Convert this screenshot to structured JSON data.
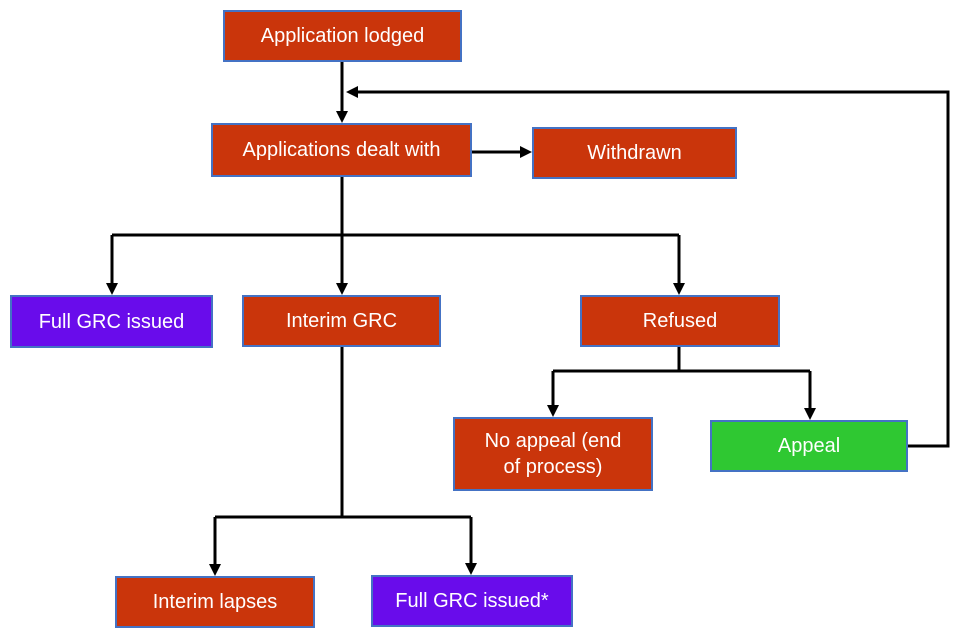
{
  "diagram": {
    "type": "flowchart",
    "nodes": [
      {
        "id": "application-lodged",
        "label": "Application lodged",
        "color": "red"
      },
      {
        "id": "applications-dealt-with",
        "label": "Applications dealt with",
        "color": "red"
      },
      {
        "id": "withdrawn",
        "label": "Withdrawn",
        "color": "red"
      },
      {
        "id": "full-grc-issued",
        "label": "Full GRC issued",
        "color": "purple"
      },
      {
        "id": "interim-grc",
        "label": "Interim GRC",
        "color": "red"
      },
      {
        "id": "refused",
        "label": "Refused",
        "color": "red"
      },
      {
        "id": "no-appeal",
        "label": "No appeal (end of process)",
        "color": "red"
      },
      {
        "id": "appeal",
        "label": "Appeal",
        "color": "green"
      },
      {
        "id": "interim-lapses",
        "label": "Interim lapses",
        "color": "red"
      },
      {
        "id": "full-grc-issued-star",
        "label": "Full GRC issued*",
        "color": "purple"
      }
    ],
    "edges": [
      {
        "from": "application-lodged",
        "to": "applications-dealt-with"
      },
      {
        "from": "applications-dealt-with",
        "to": "withdrawn"
      },
      {
        "from": "applications-dealt-with",
        "to": "full-grc-issued"
      },
      {
        "from": "applications-dealt-with",
        "to": "interim-grc"
      },
      {
        "from": "applications-dealt-with",
        "to": "refused"
      },
      {
        "from": "refused",
        "to": "no-appeal"
      },
      {
        "from": "refused",
        "to": "appeal"
      },
      {
        "from": "appeal",
        "to": "applications-dealt-with",
        "note": "feedback loop"
      },
      {
        "from": "interim-grc",
        "to": "interim-lapses"
      },
      {
        "from": "interim-grc",
        "to": "full-grc-issued-star"
      }
    ],
    "colors": {
      "node_red": "#CA350B",
      "node_purple": "#690CEB",
      "node_green": "#2FC832",
      "border_blue": "#4472C4",
      "line_black": "#000000",
      "text_white": "#FFFFFF"
    }
  }
}
